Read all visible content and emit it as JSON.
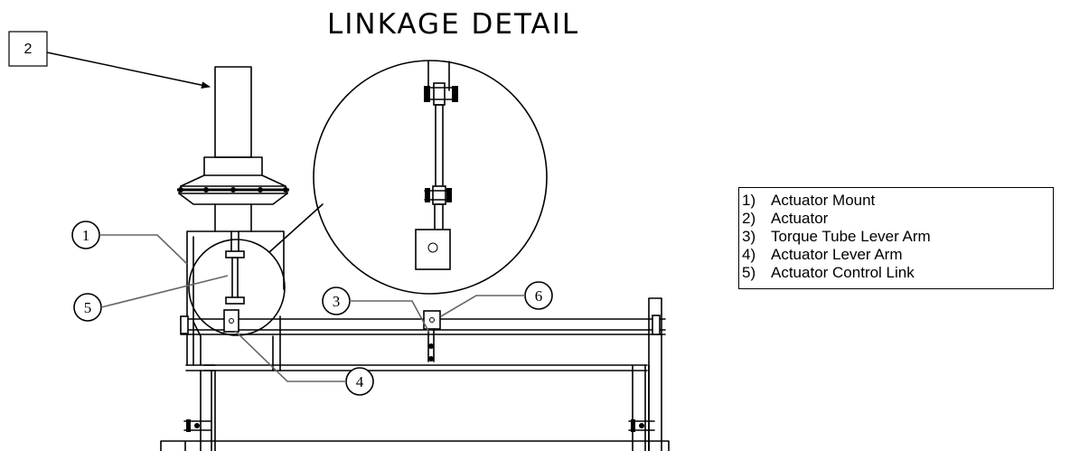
{
  "diagram": {
    "title": "LINKAGE DETAIL",
    "callout_box_label": "2",
    "balloons": [
      "1",
      "3",
      "4",
      "5",
      "6"
    ]
  },
  "legend": {
    "items": [
      {
        "num": "1)",
        "label": "Actuator Mount"
      },
      {
        "num": "2)",
        "label": "Actuator"
      },
      {
        "num": "3)",
        "label": "Torque Tube Lever Arm"
      },
      {
        "num": "4)",
        "label": "Actuator Lever Arm"
      },
      {
        "num": "5)",
        "label": "Actuator Control Link"
      }
    ]
  }
}
